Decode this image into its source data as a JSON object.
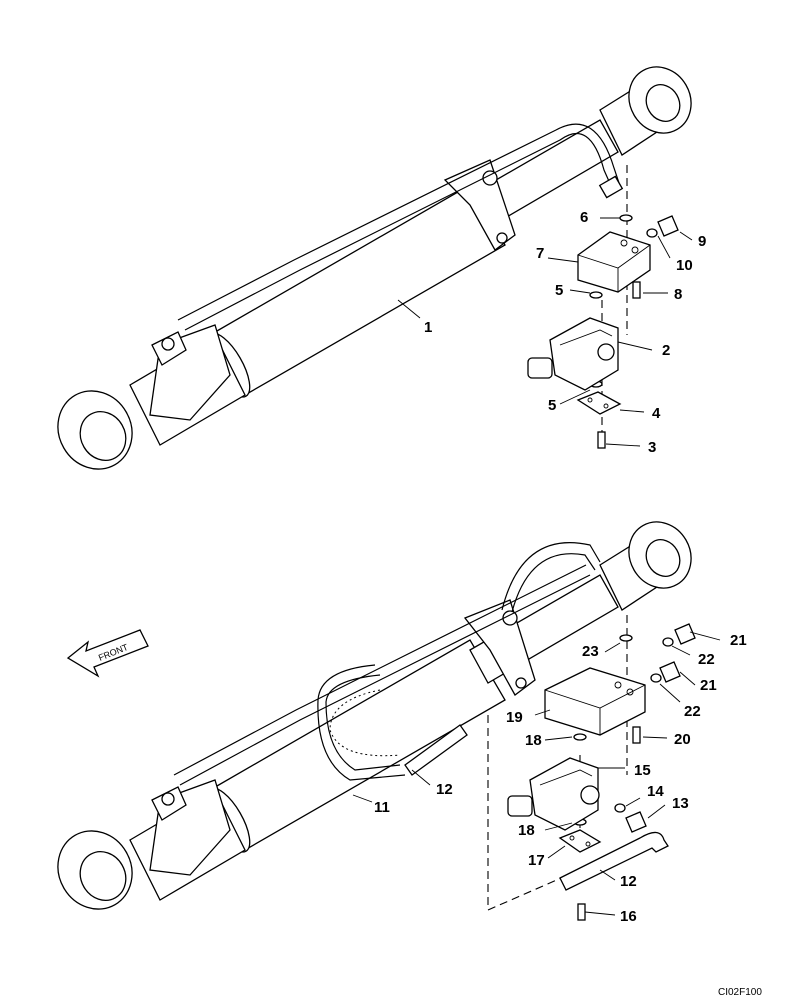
{
  "drawing_code": "CI02F100",
  "front_label": "FRONT",
  "upper_callouts": [
    {
      "id": "c1",
      "text": "1"
    },
    {
      "id": "c2",
      "text": "2"
    },
    {
      "id": "c3",
      "text": "3"
    },
    {
      "id": "c4",
      "text": "4"
    },
    {
      "id": "c5a",
      "text": "5"
    },
    {
      "id": "c5b",
      "text": "5"
    },
    {
      "id": "c6",
      "text": "6"
    },
    {
      "id": "c7",
      "text": "7"
    },
    {
      "id": "c8",
      "text": "8"
    },
    {
      "id": "c9",
      "text": "9"
    },
    {
      "id": "c10",
      "text": "10"
    }
  ],
  "lower_callouts": [
    {
      "id": "c11",
      "text": "11"
    },
    {
      "id": "c12a",
      "text": "12"
    },
    {
      "id": "c12b",
      "text": "12"
    },
    {
      "id": "c13",
      "text": "13"
    },
    {
      "id": "c14",
      "text": "14"
    },
    {
      "id": "c15",
      "text": "15"
    },
    {
      "id": "c16",
      "text": "16"
    },
    {
      "id": "c17",
      "text": "17"
    },
    {
      "id": "c18a",
      "text": "18"
    },
    {
      "id": "c18b",
      "text": "18"
    },
    {
      "id": "c19",
      "text": "19"
    },
    {
      "id": "c20",
      "text": "20"
    },
    {
      "id": "c21a",
      "text": "21"
    },
    {
      "id": "c21b",
      "text": "21"
    },
    {
      "id": "c22a",
      "text": "22"
    },
    {
      "id": "c22b",
      "text": "22"
    },
    {
      "id": "c23",
      "text": "23"
    }
  ]
}
